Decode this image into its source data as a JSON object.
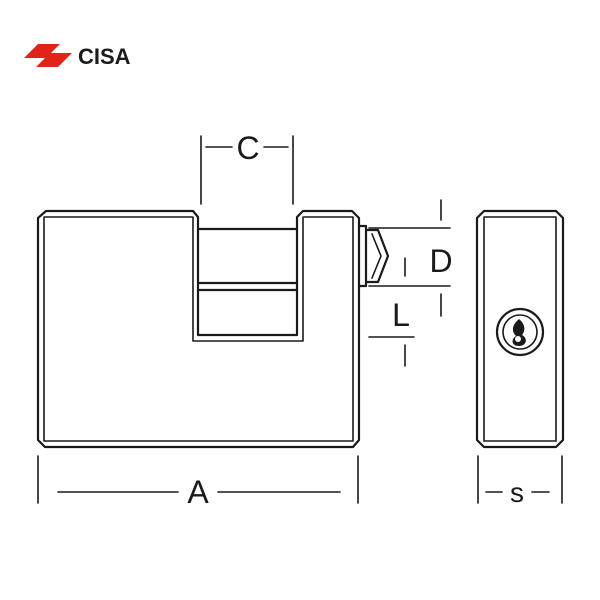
{
  "brand": {
    "name": "CISA",
    "color": "#e2231a",
    "logo_icon": "cisa-chevron-logo-icon"
  },
  "dimensions": {
    "width_label": "A",
    "shackle_clearance_label": "C",
    "shackle_diameter_label": "D",
    "shackle_length_label": "L",
    "thickness_label": "s"
  },
  "icons": {
    "keyhole": "keyhole-icon"
  },
  "colors": {
    "line": "#1a1a1a",
    "background": "#ffffff"
  }
}
